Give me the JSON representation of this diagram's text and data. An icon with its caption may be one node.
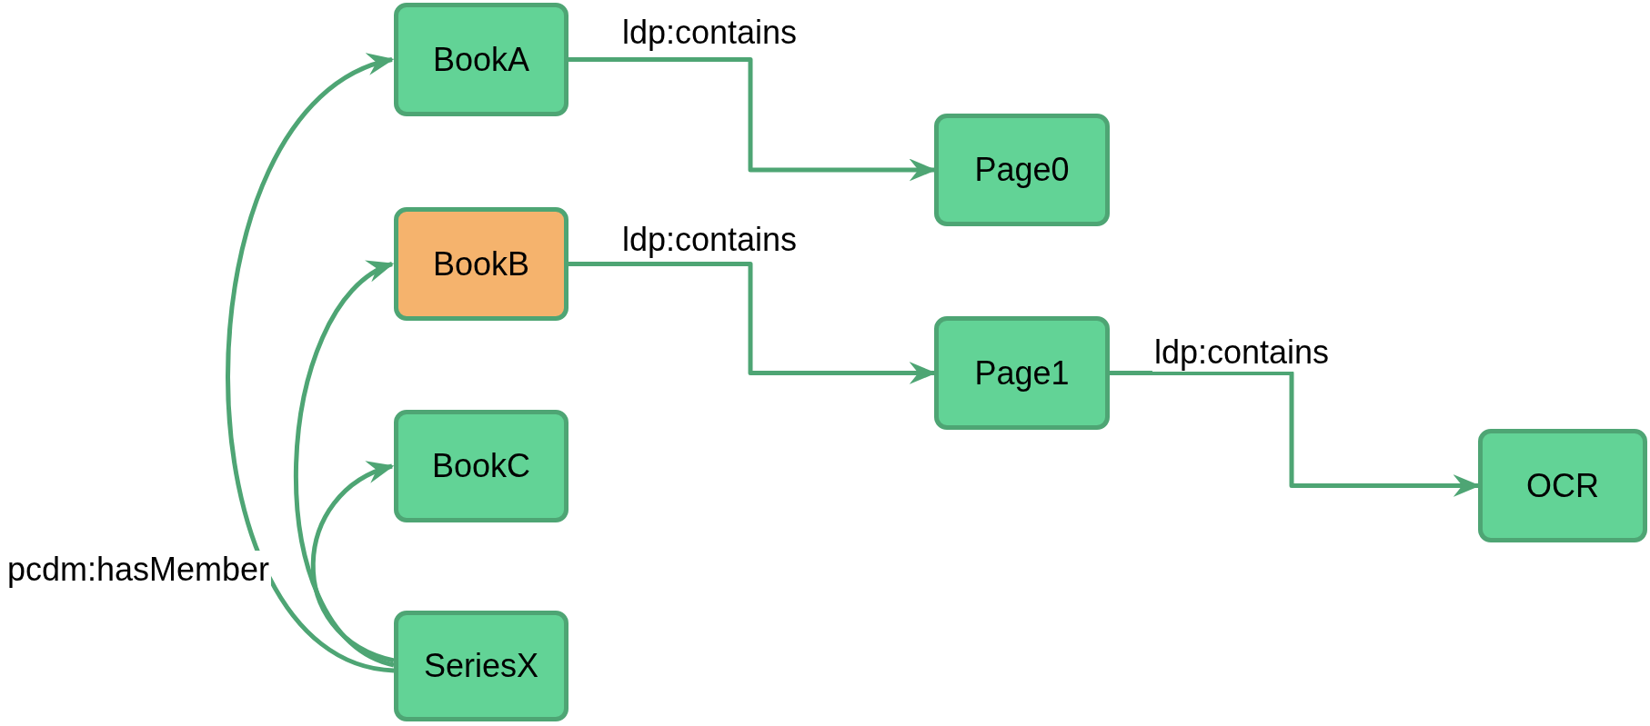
{
  "diagram": {
    "nodes": [
      {
        "text": [
          "BookA"
        ]
      },
      {
        "text": [
          "Page0"
        ]
      },
      {
        "text": [
          "BookB"
        ]
      },
      {
        "text": [
          "Page1"
        ]
      },
      {
        "text": [
          "BookC"
        ]
      },
      {
        "text": [
          "OCR"
        ]
      },
      {
        "text": [
          "SeriesX"
        ]
      }
    ],
    "edges": [
      {
        "from": 0,
        "to": 1,
        "arrow": "to",
        "label": "ldp:contains"
      },
      {
        "from": 2,
        "to": 3,
        "arrow": "to",
        "label": "ldp:contains"
      },
      {
        "from": 3,
        "to": 5,
        "arrow": "to",
        "label": "ldp:contains"
      },
      {
        "from": 6,
        "to": 0,
        "arrow": "to",
        "label": "pcdm:hasMember"
      },
      {
        "from": 6,
        "to": 2,
        "arrow": "to"
      },
      {
        "from": 6,
        "to": 4,
        "arrow": "to"
      }
    ]
  }
}
